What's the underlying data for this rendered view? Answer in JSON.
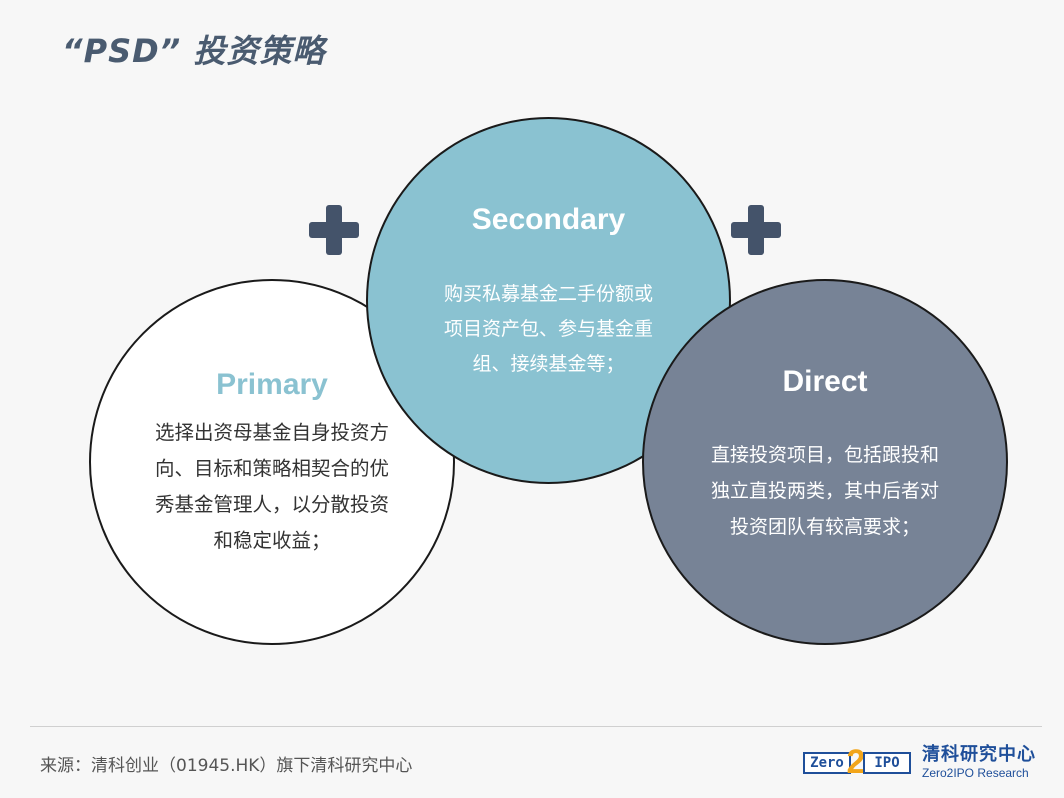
{
  "title": "“PSD” 投资策略",
  "circles": {
    "primary": {
      "title": "Primary",
      "lines": [
        "选择出资母基金自身投资方",
        "向、目标和策略相契合的优",
        "秀基金管理人，以分散投资",
        "和稳定收益；"
      ]
    },
    "secondary": {
      "title": "Secondary",
      "lines": [
        "购买私募基金二手份额或",
        "项目资产包、参与基金重",
        "组、接续基金等；"
      ]
    },
    "direct": {
      "title": "Direct",
      "lines": [
        "直接投资项目，包括跟投和",
        "独立直投两类，其中后者对",
        "投资团队有较高要求；"
      ]
    }
  },
  "footer": {
    "source": "来源：清科创业（01945.HK）旗下清科研究中心",
    "logo": {
      "left_text": "Zero",
      "number": "2",
      "right_text": "IPO"
    },
    "brand_cn": "清科研究中心",
    "brand_en": "Zero2IPO Research"
  },
  "colors": {
    "title": "#4a5b70",
    "primary_fill": "#ffffff",
    "primary_title": "#8ac2d1",
    "secondary_fill": "#8ac2d1",
    "direct_fill": "#778396",
    "plus": "#44536a",
    "brand": "#1f4f9a",
    "logo_accent": "#f2a51a"
  },
  "icons": [
    "plus-icon",
    "plus-icon"
  ]
}
